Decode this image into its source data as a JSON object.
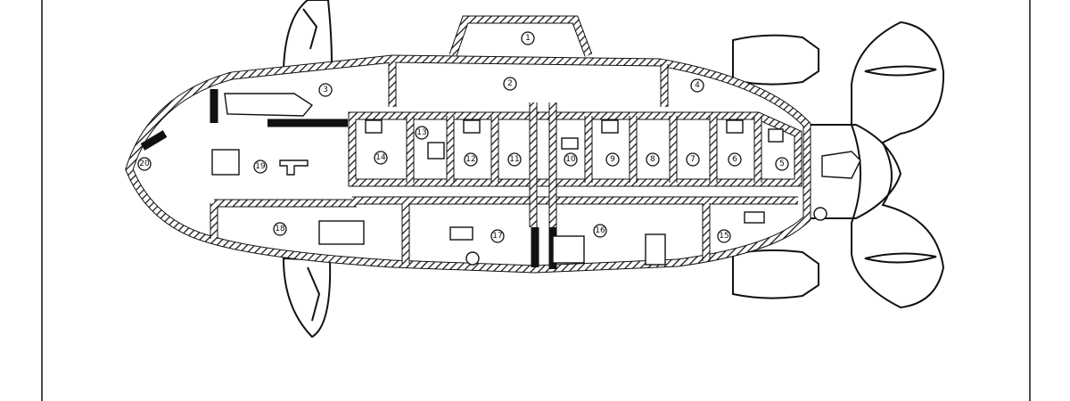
{
  "map": {
    "style": "hand-drawn black ink floor plan",
    "colors": {
      "ink": "#111111",
      "background": "#ffffff"
    },
    "rooms": [
      {
        "label": "1"
      },
      {
        "label": "2"
      },
      {
        "label": "3"
      },
      {
        "label": "4"
      },
      {
        "label": "5"
      },
      {
        "label": "6"
      },
      {
        "label": "7"
      },
      {
        "label": "8"
      },
      {
        "label": "9"
      },
      {
        "label": "10"
      },
      {
        "label": "11"
      },
      {
        "label": "12"
      },
      {
        "label": "13"
      },
      {
        "label": "14"
      },
      {
        "label": "15"
      },
      {
        "label": "16"
      },
      {
        "label": "17"
      },
      {
        "label": "18"
      },
      {
        "label": "19"
      },
      {
        "label": "20"
      }
    ]
  }
}
